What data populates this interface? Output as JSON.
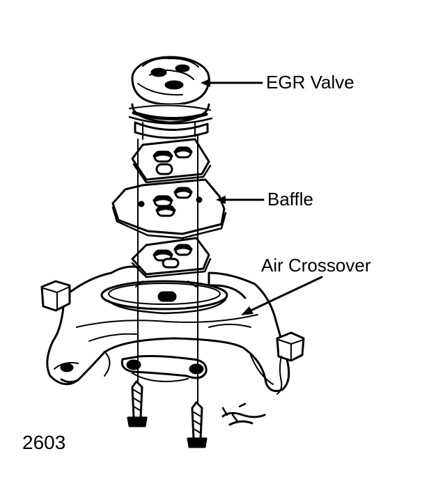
{
  "labels": {
    "egr_valve": "EGR Valve",
    "baffle": "Baffle",
    "air_crossover": "Air Crossover"
  },
  "figure_number": "2603",
  "colors": {
    "ink": "#000000",
    "paper": "#ffffff"
  }
}
